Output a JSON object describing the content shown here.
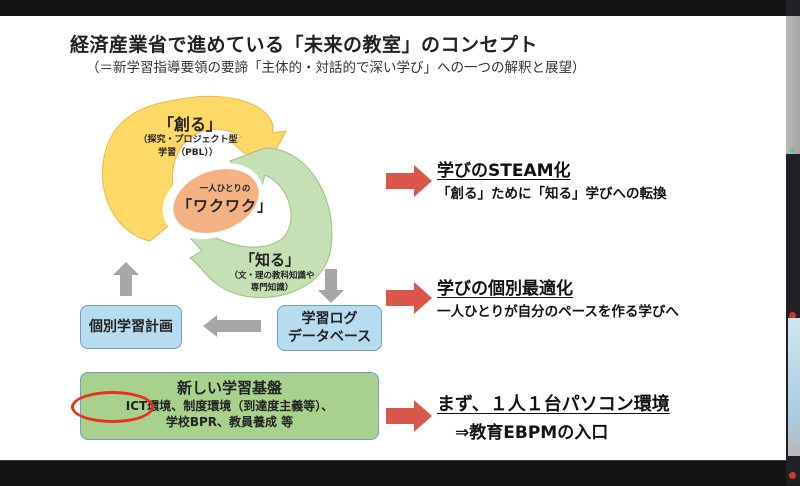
{
  "slide": {
    "title": "経済産業省で進めている「未来の教室」のコンセプト",
    "subtitle": "（＝新学習指導要領の要諦「主体的・対話的で深い学び」への一つの解釈と展望）",
    "cycle": {
      "create_label": "「創る」",
      "create_sub_line1": "（探究・プロジェクト型",
      "create_sub_line2": "学習（PBL））",
      "center_small": "一人ひとりの",
      "center_large": "「ワクワク」",
      "know_label": "「知る」",
      "know_sub_line1": "（文・理の教科知識や",
      "know_sub_line2": "専門知識）"
    },
    "boxes": {
      "plan": "個別学習計画",
      "log_line1": "学習ログ",
      "log_line2": "データベース"
    },
    "foundation": {
      "title": "新しい学習基盤",
      "line1": "ICT環境、制度環境（到達度主義等）、",
      "line2": "学校BPR、教員養成 等",
      "highlight": "ICT環境"
    },
    "points": [
      {
        "heading": "学びのSTEAM化",
        "body": "「創る」ために「知る」学びへの転換"
      },
      {
        "heading": "学びの個別最適化",
        "body": "一人ひとりが自分のペースを作る学びへ"
      },
      {
        "heading": "まず、１人１台パソコン環境",
        "body": "⇒教育EBPMの入口"
      }
    ]
  },
  "colors": {
    "create_yellow": "#ffd966",
    "know_green": "#c5e0b4",
    "center_orange": "#f4b183",
    "box_blue": "#b7dcf0",
    "foundation_green": "#a9d18e",
    "red_arrow": "#d9574a",
    "gray_arrow": "#a6a6a6",
    "highlight_red": "#e8321e"
  },
  "icons": {
    "arrow_right": "red-arrow-right-icon",
    "arrow_up": "gray-arrow-up-icon",
    "arrow_down": "gray-arrow-down-icon",
    "arrow_left": "gray-arrow-left-icon"
  }
}
